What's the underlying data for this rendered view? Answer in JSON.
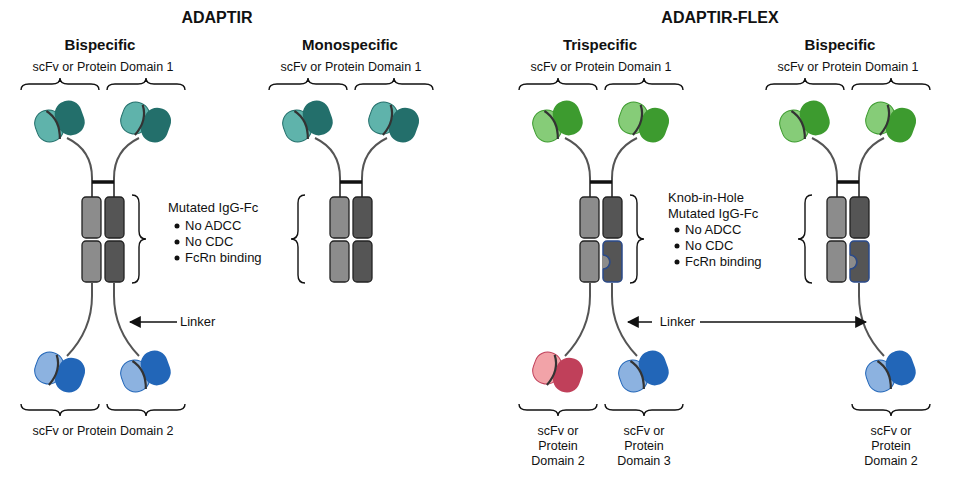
{
  "diagram": {
    "labels": [
      "ADAPTIR",
      "ADAPTIR-FLEX",
      "Bispecific",
      "Monospecific",
      "Trispecific",
      "Bispecific",
      "scFv or Protein Domain 1",
      "scFv or Protein Domain 1",
      "scFv or Protein Domain 1",
      "scFv or Protein Domain 1",
      "Mutated IgG-Fc",
      "No ADCC",
      "No CDC",
      "FcRn binding",
      "Linker",
      "scFv or Protein Domain 2",
      "Knob-in-Hole Mutated IgG-Fc",
      "No ADCC",
      "No CDC",
      "FcRn binding",
      "Linker",
      "scFv or Protein Domain 2",
      "scFv or Protein Domain 3",
      "scFv or Protein Domain 2"
    ]
  }
}
